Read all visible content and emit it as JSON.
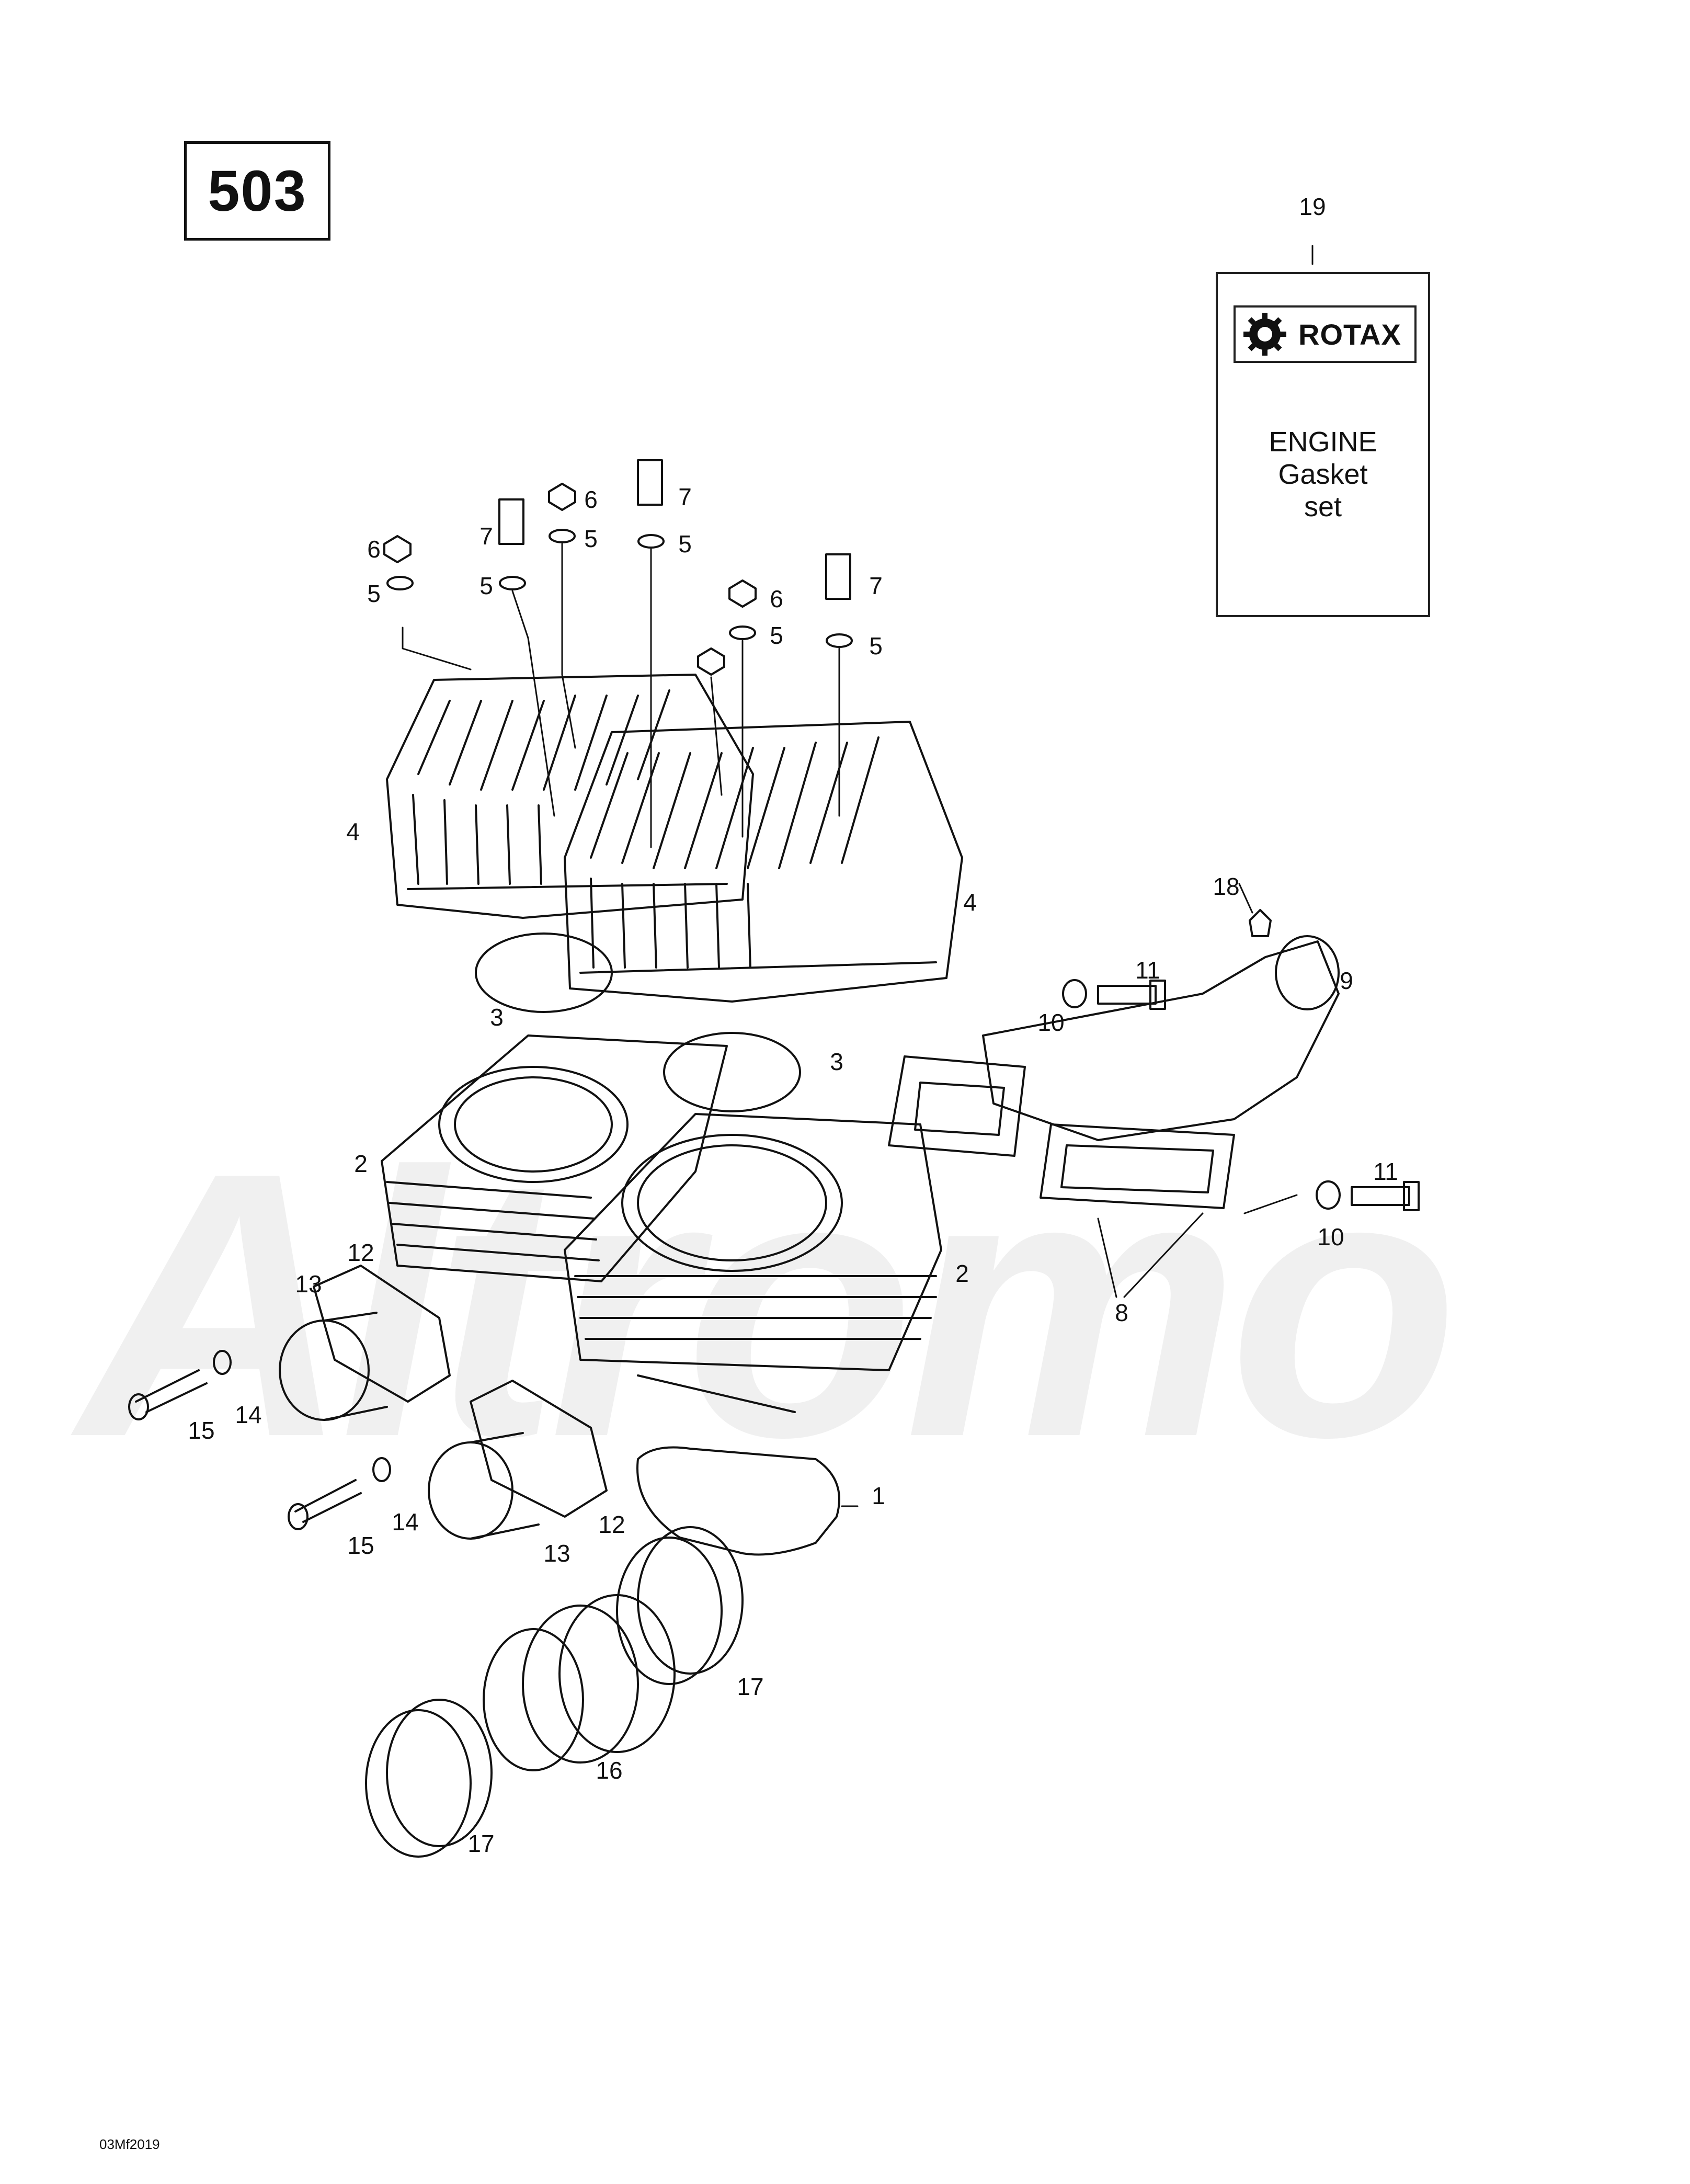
{
  "engine_model": "503",
  "manual": {
    "brand": "ROTAX",
    "line1": "ENGINE",
    "line2": "Gasket",
    "line3": "set"
  },
  "watermark": "Altromo",
  "drawing_code": "03Mf2019",
  "colors": {
    "line": "#111111",
    "watermark": "#f0f0f0",
    "background": "#ffffff"
  },
  "callouts": {
    "c1": "1",
    "c2a": "2",
    "c2b": "2",
    "c3a": "3",
    "c3b": "3",
    "c4a": "4",
    "c4b": "4",
    "c5a": "5",
    "c5b": "5",
    "c5c": "5",
    "c5d": "5",
    "c5e": "5",
    "c5f": "5",
    "c6a": "6",
    "c6b": "6",
    "c6c": "6",
    "c7a": "7",
    "c7b": "7",
    "c7c": "7",
    "c8": "8",
    "c9": "9",
    "c10a": "10",
    "c10b": "10",
    "c11a": "11",
    "c11b": "11",
    "c12a": "12",
    "c12b": "12",
    "c13a": "13",
    "c13b": "13",
    "c14a": "14",
    "c14b": "14",
    "c15a": "15",
    "c15b": "15",
    "c16": "16",
    "c17a": "17",
    "c17b": "17",
    "c18": "18",
    "c19": "19"
  }
}
